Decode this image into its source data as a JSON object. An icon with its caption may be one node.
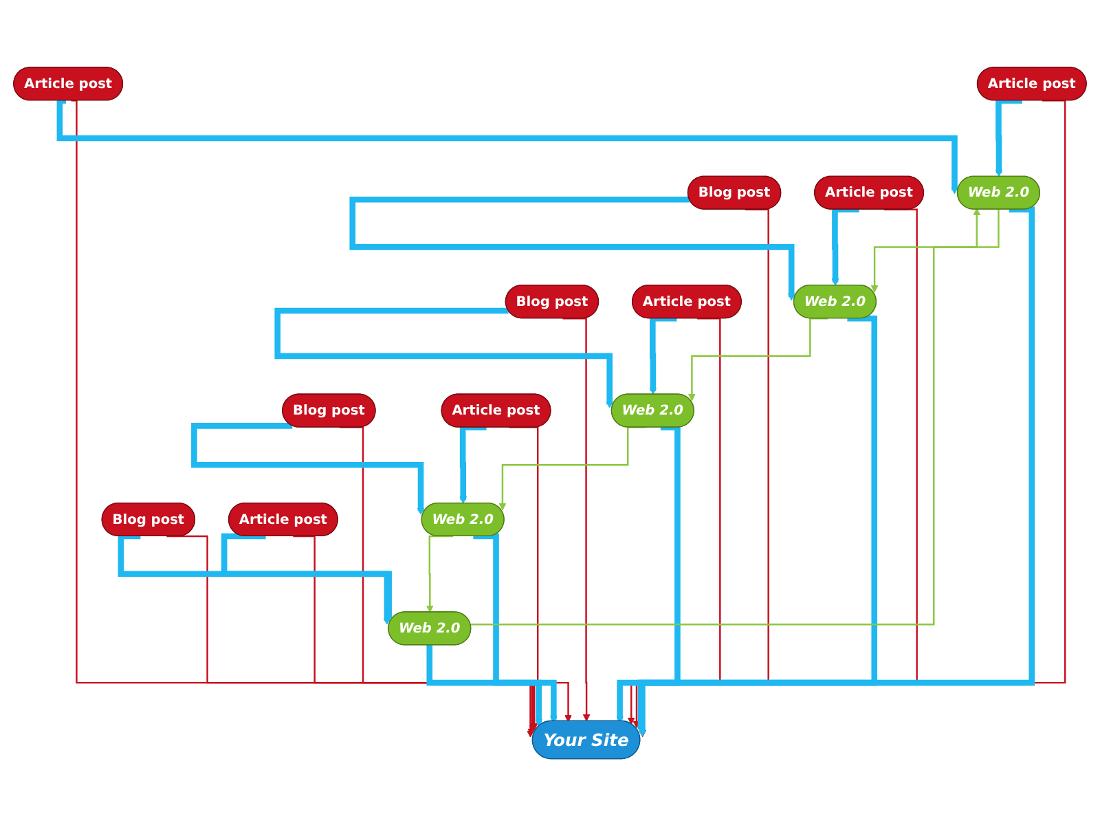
{
  "diagram": {
    "nodes": [
      {
        "text": [
          "Blog post"
        ]
      },
      {
        "text": [
          "Article post"
        ]
      },
      {
        "text": [
          "Web 2.0"
        ]
      },
      {
        "text": [
          "Article post"
        ]
      },
      {
        "text": [
          "Web 2.0"
        ]
      },
      {
        "text": [
          "Article post"
        ]
      },
      {
        "text": [
          "Blog post"
        ]
      },
      {
        "text": [
          "Your Site"
        ]
      },
      {
        "text": [
          "Web 2.0"
        ]
      },
      {
        "text": [
          "Blog post"
        ]
      },
      {
        "text": [
          "Web 2.0"
        ]
      },
      {
        "text": [
          "Web 2.0"
        ]
      },
      {
        "text": [
          "Article post"
        ]
      },
      {
        "text": [
          "Article post"
        ]
      },
      {
        "text": [
          "Blog post"
        ]
      },
      {
        "text": [
          "Article post"
        ]
      }
    ],
    "edges": [
      {
        "from": 1,
        "to": 7,
        "arrow": "to",
        "color": "#c8101e"
      },
      {
        "from": 0,
        "to": 7,
        "arrow": "to",
        "color": "#c8101e"
      },
      {
        "from": 3,
        "to": 7,
        "arrow": "to",
        "color": "#c8101e"
      },
      {
        "from": 5,
        "to": 7,
        "arrow": "to",
        "color": "#c8101e"
      },
      {
        "from": 6,
        "to": 7,
        "arrow": "to",
        "color": "#c8101e"
      },
      {
        "from": 9,
        "to": 7,
        "arrow": "to",
        "color": "#c8101e"
      },
      {
        "from": 12,
        "to": 7,
        "arrow": "to",
        "color": "#c8101e"
      },
      {
        "from": 14,
        "to": 7,
        "arrow": "to",
        "color": "#c8101e"
      },
      {
        "from": 13,
        "to": 7,
        "arrow": "to",
        "color": "#c8101e"
      },
      {
        "from": 15,
        "to": 7,
        "arrow": "to",
        "color": "#c8101e"
      },
      {
        "from": 1,
        "to": 4,
        "arrow": "to",
        "style": "thick"
      },
      {
        "from": 5,
        "to": 4,
        "arrow": "to",
        "style": "thick"
      },
      {
        "from": 0,
        "to": 2,
        "arrow": "to",
        "style": "thick"
      },
      {
        "from": 3,
        "to": 2,
        "arrow": "to",
        "style": "thick"
      },
      {
        "from": 6,
        "to": 8,
        "arrow": "to",
        "style": "thick"
      },
      {
        "from": 12,
        "to": 8,
        "arrow": "to",
        "style": "thick"
      },
      {
        "from": 9,
        "to": 10,
        "arrow": "to",
        "style": "thick"
      },
      {
        "from": 13,
        "to": 10,
        "arrow": "to",
        "style": "thick"
      },
      {
        "from": 14,
        "to": 11,
        "arrow": "to",
        "style": "thick"
      },
      {
        "from": 15,
        "to": 11,
        "arrow": "to",
        "style": "thick"
      },
      {
        "from": 4,
        "to": 7,
        "arrow": "to",
        "style": "thick"
      },
      {
        "from": 2,
        "to": 7,
        "arrow": "to",
        "style": "thick"
      },
      {
        "from": 8,
        "to": 7,
        "arrow": "to",
        "style": "thick"
      },
      {
        "from": 10,
        "to": 7,
        "arrow": "to",
        "style": "thick"
      },
      {
        "from": 11,
        "to": 7,
        "arrow": "to",
        "style": "thick"
      },
      {
        "from": 4,
        "to": 2,
        "arrow": "to",
        "color": "#8cc63f"
      },
      {
        "from": 2,
        "to": 8,
        "arrow": "to",
        "color": "#8cc63f"
      },
      {
        "from": 8,
        "to": 11,
        "arrow": "to",
        "color": "#8cc63f"
      },
      {
        "from": 11,
        "to": 10,
        "arrow": "to",
        "color": "#8cc63f"
      },
      {
        "from": 10,
        "to": 4,
        "arrow": "to",
        "color": "#8cc63f"
      }
    ]
  }
}
